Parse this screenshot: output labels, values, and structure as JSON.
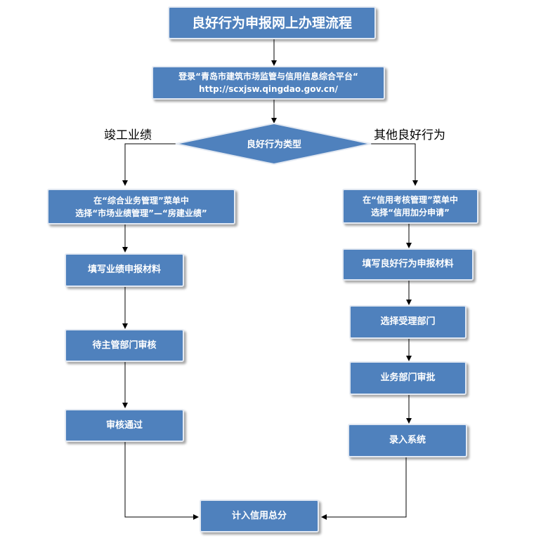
{
  "title": "良好行为申报网上办理流程",
  "login": {
    "line1": "登录“青岛市建筑市场监管与信用信息综合平台“",
    "line2": "http://scxjsw.qingdao.gov.cn/"
  },
  "decision": "良好行为类型",
  "branch_left_label": "竣工业绩",
  "branch_right_label": "其他良好行为",
  "left_steps": {
    "menu_line1": "在“综合业务管理”菜单中",
    "menu_line2": "选择“市场业绩管理”—“房建业绩”",
    "fill": "填写业绩申报材料",
    "review": "待主管部门审核",
    "passed": "审核通过"
  },
  "right_steps": {
    "menu_line1": "在“信用考核管理”菜单中",
    "menu_line2": "选择“信用加分申请”",
    "fill": "填写良好行为申报材料",
    "dept": "选择受理部门",
    "approve": "业务部门审批",
    "record": "录入系统"
  },
  "final": "计入信用总分",
  "colors": {
    "box_fill": "#4f81bd",
    "box_border": "#e3e9f2",
    "text": "#ffffff",
    "line": "#000000"
  }
}
